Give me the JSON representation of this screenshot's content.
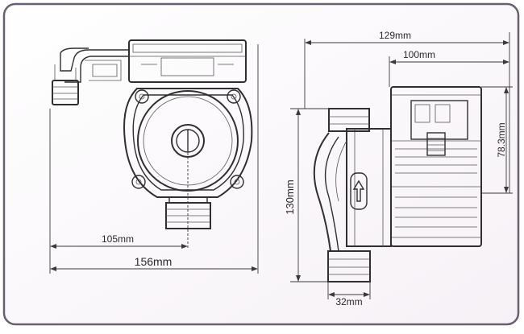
{
  "dimensions": {
    "front_width_inner": "105mm",
    "front_width_outer": "156mm",
    "side_depth_total": "129mm",
    "side_depth_motor": "100mm",
    "side_height_total": "130mm",
    "side_height_motor": "78.3mm",
    "port_width": "32mm"
  },
  "colors": {
    "background": "#ffffff",
    "panel": "#fdfbfd",
    "panel_border": "#6a5f70",
    "line": "#2f2f2f"
  }
}
